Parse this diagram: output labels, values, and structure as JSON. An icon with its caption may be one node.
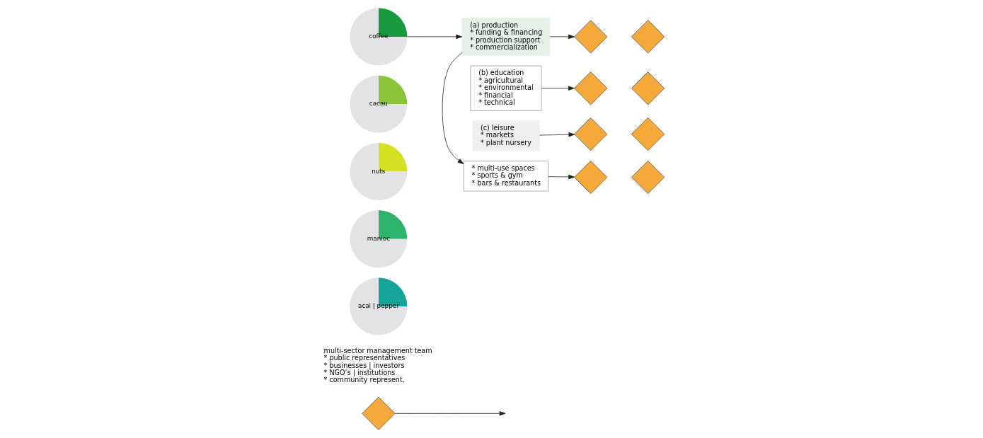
{
  "diagram": {
    "nodes": [
      {
        "text": [],
        "shape": "picture",
        "beside": [
          "multi-sector management team",
          "* public representatives",
          "* businesses | investors",
          "* NGO’s | institutions",
          "* community represent."
        ]
      },
      {
        "text": [
          "coffee"
        ]
      },
      {
        "text": [
          "cacau"
        ]
      },
      {
        "text": [
          "nuts"
        ]
      },
      {
        "text": [
          "manioc"
        ]
      },
      {
        "text": [
          "acai | pepper"
        ]
      },
      {
        "text": [
          "(a) production",
          "* funding & financing",
          "* production support",
          "* commercialization"
        ]
      },
      {
        "text": [],
        "shape": "picture"
      },
      {
        "text": [],
        "shape": "picture"
      },
      {
        "text": [
          "(b) education",
          "* agricultural",
          "* environmental",
          "* financial",
          "* technical"
        ]
      },
      {
        "text": [],
        "shape": "picture"
      },
      {
        "text": [],
        "shape": "picture"
      },
      {
        "text": [
          "(c) leisure",
          "* markets",
          "* plant nursery"
        ]
      },
      {
        "text": [],
        "shape": "picture"
      },
      {
        "text": [],
        "shape": "picture"
      },
      {
        "text": [
          "* multi-use spaces",
          "* sports & gym",
          "* bars & restaurants"
        ]
      },
      {
        "text": [],
        "shape": "picture"
      },
      {
        "text": [],
        "shape": "picture"
      }
    ],
    "edges": [
      {
        "from": 0,
        "to": null,
        "arrow": "to"
      },
      {
        "from": 1,
        "to": 6,
        "arrow": "to"
      },
      {
        "from": 6,
        "to": 15,
        "arrow": "to"
      },
      {
        "from": 6,
        "to": 7,
        "arrow": "to"
      },
      {
        "from": 9,
        "to": 10,
        "arrow": "to"
      },
      {
        "from": 12,
        "to": 13,
        "arrow": "to"
      },
      {
        "from": 15,
        "to": 16,
        "arrow": "to"
      }
    ]
  }
}
